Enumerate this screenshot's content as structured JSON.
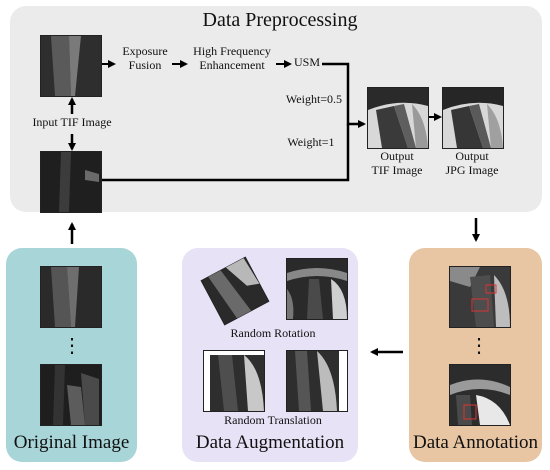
{
  "preprocessing": {
    "title": "Data Preprocessing",
    "input_label": "Input TIF Image",
    "step_exposure_line1": "Exposure",
    "step_exposure_line2": "Fusion",
    "step_hf_line1": "High Frequency",
    "step_hf_line2": "Enhancement",
    "step_usm": "USM",
    "weight_usm": "Weight=0.5",
    "weight_original": "Weight=1",
    "output_tif_line1": "Output",
    "output_tif_line2": "TIF Image",
    "output_jpg_line1": "Output",
    "output_jpg_line2": "JPG Image"
  },
  "original": {
    "title": "Original Image",
    "ellipsis": "⋮"
  },
  "augmentation": {
    "title": "Data Augmentation",
    "rotation_label": "Random Rotation",
    "translation_label": "Random Translation"
  },
  "annotation": {
    "title": "Data Annotation",
    "ellipsis": "⋮"
  },
  "colors": {
    "preprocessing_bg": "#ebebeb",
    "original_bg": "#a8d5d8",
    "augmentation_bg": "#e7e2f6",
    "annotation_bg": "#e8c6a4",
    "arrow": "#000000"
  }
}
